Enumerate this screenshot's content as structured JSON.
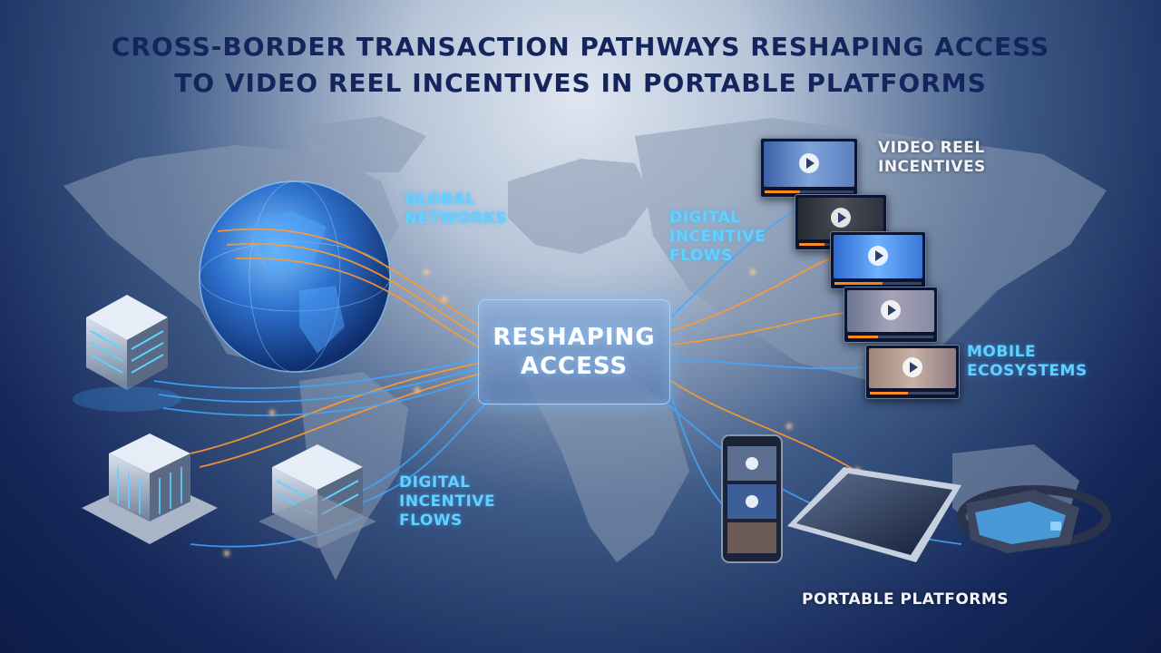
{
  "title": {
    "line1": "CROSS-BORDER TRANSACTION PATHWAYS RESHAPING ACCESS",
    "line2": "TO VIDEO REEL INCENTIVES IN PORTABLE PLATFORMS"
  },
  "center_hub": {
    "line1": "RESHAPING",
    "line2": "ACCESS"
  },
  "labels": {
    "global_networks": [
      "GLOBAL",
      "NETWORKS"
    ],
    "digital_flows_left": [
      "DIGITAL",
      "INCENTIVE",
      "FLOWS"
    ],
    "digital_flows_right": [
      "DIGITAL",
      "INCENTIVE",
      "FLOWS"
    ],
    "video_reel_incentives": [
      "VIDEO REEL",
      "INCENTIVES"
    ],
    "mobile_ecosystems": [
      "MOBILE",
      "ECOSYSTEMS"
    ],
    "portable_platforms": "PORTABLE PLATFORMS"
  },
  "icons": [
    "globe-icon",
    "server-stack-icon",
    "datacenter-icon",
    "video-player-icon",
    "smartphone-icon",
    "tablet-icon",
    "vr-headset-icon"
  ],
  "colors": {
    "title": "#14245c",
    "accent_cyan": "#5fd2ff",
    "flow_orange": "#ff9a2e",
    "flow_blue": "#3fa9ff",
    "background_dark": "#0d1c47"
  }
}
